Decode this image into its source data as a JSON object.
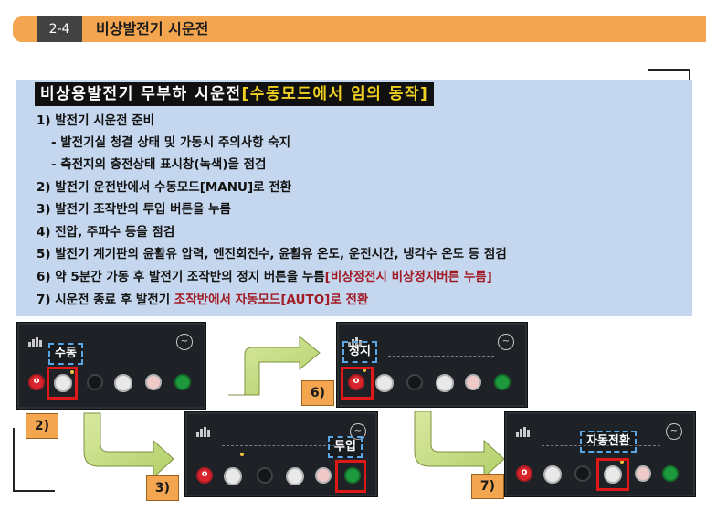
{
  "header": {
    "section_num": "2-4",
    "section_title": "비상발전기 시운전"
  },
  "title_bar": {
    "main": "비상용발전기 무부하 시운전",
    "highlight": "[수동모드에서 임의 동작]"
  },
  "steps": [
    {
      "text": "1) 발전기 시운전 준비"
    },
    {
      "text": " - 발전기실 청결 상태 및 가동시 주의사항 숙지"
    },
    {
      "text": " - 축전지의 충전상태 표시창(녹색)을 점검"
    },
    {
      "text": "2) 발전기 운전반에서 수동모드[MANU]로 전환"
    },
    {
      "text": "3) 발전기 조작반의 투입 버튼을 누름"
    },
    {
      "text": "4) 전압, 주파수 등을 점검"
    },
    {
      "text": "5) 발전기 계기판의 윤활유 압력, 엔진회전수, 윤활유 온도, 운전시간, 냉각수 온도 등 점검"
    },
    {
      "text": "6) 약 5분간 가동 후 발전기 조작반의 정지 버튼을 누름",
      "red": "[비상정전시 비상정지버튼 누름]"
    },
    {
      "text": "7) 시운전 종료 후 발전기 ",
      "red": "조작반에서 자동모드[AUTO]로 전환"
    }
  ],
  "panels": {
    "p2": {
      "label": "수동",
      "step": "2)"
    },
    "p3": {
      "label": "투입",
      "step": "3)"
    },
    "p6": {
      "label": "정지",
      "step": "6)"
    },
    "p7": {
      "label": "자동전환",
      "step": "7)"
    }
  },
  "icons": {
    "stop": "stop-icon",
    "manual": "hand-icon",
    "auto": "auto-icon",
    "test": "test-icon",
    "start": "start-icon",
    "wave": "sine-icon"
  },
  "colors": {
    "header": "#f3a64f",
    "box": "#c5d7ee",
    "highlight": "#f0d020",
    "emphasis": "#a11a24",
    "select": "#e01818"
  }
}
